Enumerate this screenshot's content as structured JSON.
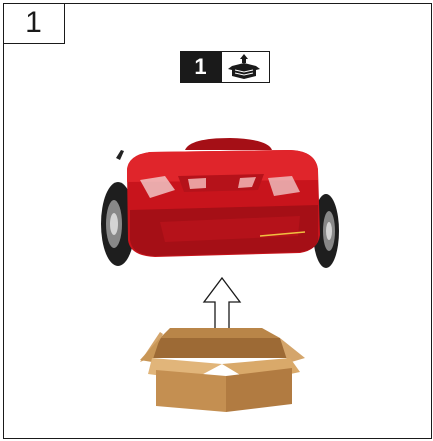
{
  "step_number": "1",
  "badge": {
    "number": "1",
    "icon": "unpack-box-icon"
  },
  "illustration": {
    "machine": "red-machine-on-wheels",
    "arrow": "up-arrow",
    "box": "open-cardboard-box"
  },
  "colors": {
    "machine_red": "#c8141c",
    "box_brown": "#c99a5d",
    "frame": "#1a1a1a"
  }
}
